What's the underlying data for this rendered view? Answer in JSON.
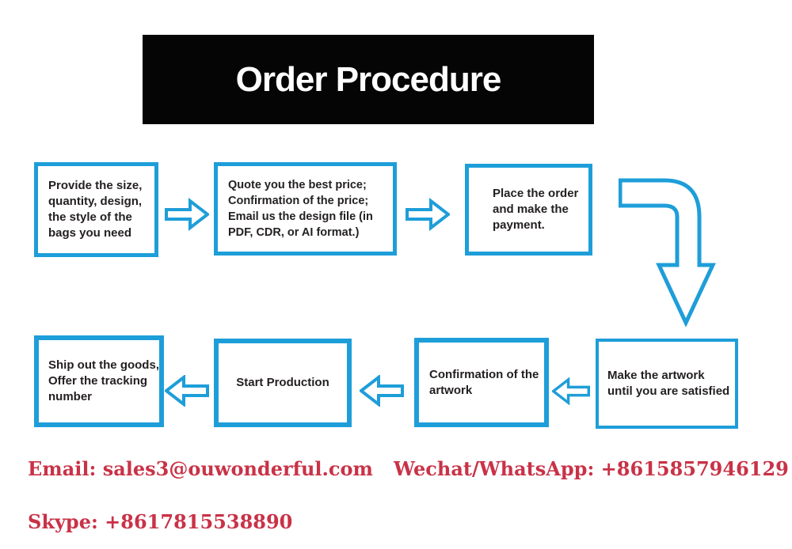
{
  "banner": {
    "title": "Order Procedure"
  },
  "colors": {
    "accent_blue": "#1e9ed9",
    "contact_red": "#c93247",
    "banner_bg": "#050505",
    "banner_fg": "#ffffff",
    "text_ink": "#231f20"
  },
  "flow": {
    "top_row": [
      {
        "id": "provide-details",
        "text": "Provide the size,\nquantity, design,\nthe style of the\nbags you need"
      },
      {
        "id": "quote-price",
        "text": "Quote you the best price;\nConfirmation of the price;\nEmail us the design file (in\nPDF, CDR, or AI format.)"
      },
      {
        "id": "place-order",
        "text": "Place the order\nand make the\npayment."
      }
    ],
    "bottom_row": [
      {
        "id": "make-artwork",
        "text": "Make the artwork\nuntil you are satisfied"
      },
      {
        "id": "confirm-artwork",
        "text": "Confirmation of the\nartwork"
      },
      {
        "id": "start-production",
        "text": "Start Production"
      },
      {
        "id": "ship-goods",
        "text": "Ship out the goods,\nOffer the tracking\nnumber"
      }
    ],
    "arrows": [
      "right-arrow",
      "right-arrow",
      "curve-down-arrow",
      "left-arrow",
      "left-arrow",
      "left-arrow"
    ]
  },
  "contacts": {
    "email": "Email: sales3@ouwonderful.com",
    "wechat_whatsapp": "Wechat/WhatsApp: +8615857946129",
    "skype": "Skype: +8617815538890"
  }
}
